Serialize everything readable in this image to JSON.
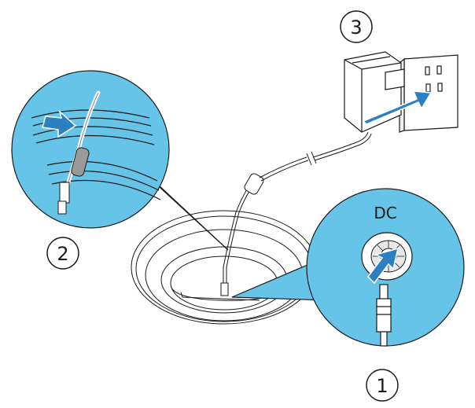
{
  "steps": [
    {
      "number": "1"
    },
    {
      "number": "2"
    },
    {
      "number": "3"
    }
  ],
  "port_label": "DC",
  "colors": {
    "zoom_fill": "#66c4e8",
    "zoom_stroke": "#1a1a1a",
    "arrow_fill": "#2c7fc0",
    "line": "#1a1a1a",
    "background": "#ffffff"
  },
  "icons": [
    "power-adapter-icon",
    "wall-socket-icon",
    "dc-plug-icon",
    "charging-base-icon",
    "cable-clip-icon"
  ]
}
